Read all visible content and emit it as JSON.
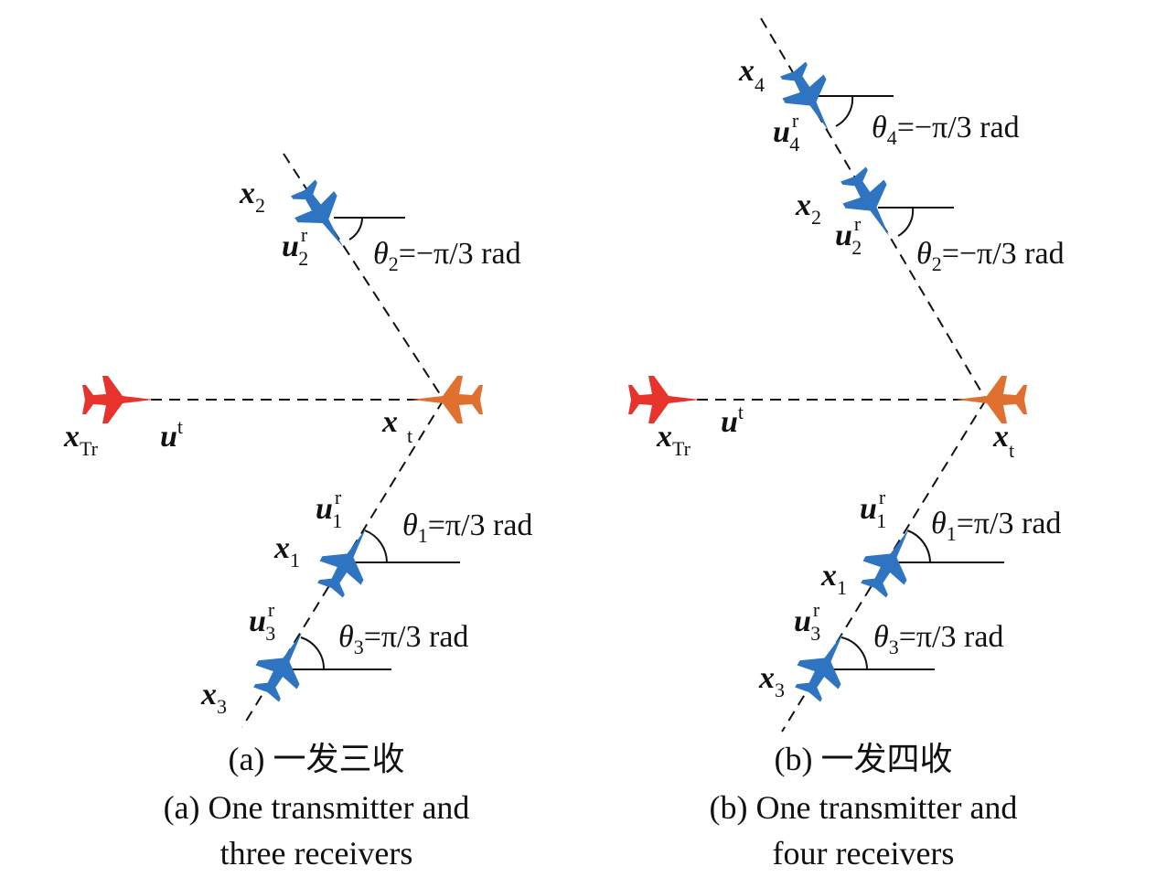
{
  "colors": {
    "transmitter": "#e8322c",
    "target": "#e07030",
    "receiver": "#2f74c0",
    "line": "#111111"
  },
  "icons": {
    "transmitter": "jet-aircraft-icon",
    "target": "jet-aircraft-icon",
    "receiver": "jet-aircraft-icon"
  },
  "panel_a": {
    "transmitter": {
      "name": "x",
      "sub": "Tr"
    },
    "tx_direction": {
      "name": "u",
      "sup": "t"
    },
    "target": {
      "name": "x",
      "sub": "t"
    },
    "receivers": [
      {
        "name": "x",
        "sub": "1",
        "dir_name": "u",
        "dir_sup": "r",
        "dir_sub": "1",
        "angle_var": "θ",
        "angle_sub": "1",
        "angle_value": "=π/3 rad"
      },
      {
        "name": "x",
        "sub": "2",
        "dir_name": "u",
        "dir_sup": "r",
        "dir_sub": "2",
        "angle_var": "θ",
        "angle_sub": "2",
        "angle_value": "=−π/3 rad"
      },
      {
        "name": "x",
        "sub": "3",
        "dir_name": "u",
        "dir_sup": "r",
        "dir_sub": "3",
        "angle_var": "θ",
        "angle_sub": "3",
        "angle_value": "=π/3 rad"
      }
    ],
    "caption_cn": "(a) 一发三收",
    "caption_en_line1": "(a) One transmitter and",
    "caption_en_line2": "three receivers"
  },
  "panel_b": {
    "transmitter": {
      "name": "x",
      "sub": "Tr"
    },
    "tx_direction": {
      "name": "u",
      "sup": "t"
    },
    "target": {
      "name": "x",
      "sub": "t"
    },
    "receivers": [
      {
        "name": "x",
        "sub": "1",
        "dir_name": "u",
        "dir_sup": "r",
        "dir_sub": "1",
        "angle_var": "θ",
        "angle_sub": "1",
        "angle_value": "=π/3 rad"
      },
      {
        "name": "x",
        "sub": "2",
        "dir_name": "u",
        "dir_sup": "r",
        "dir_sub": "2",
        "angle_var": "θ",
        "angle_sub": "2",
        "angle_value": "=−π/3 rad"
      },
      {
        "name": "x",
        "sub": "3",
        "dir_name": "u",
        "dir_sup": "r",
        "dir_sub": "3",
        "angle_var": "θ",
        "angle_sub": "3",
        "angle_value": "=π/3 rad"
      },
      {
        "name": "x",
        "sub": "4",
        "dir_name": "u",
        "dir_sup": "r",
        "dir_sub": "4",
        "angle_var": "θ",
        "angle_sub": "4",
        "angle_value": "=−π/3 rad"
      }
    ],
    "caption_cn": "(b) 一发四收",
    "caption_en_line1": "(b) One transmitter and",
    "caption_en_line2": "four receivers"
  }
}
